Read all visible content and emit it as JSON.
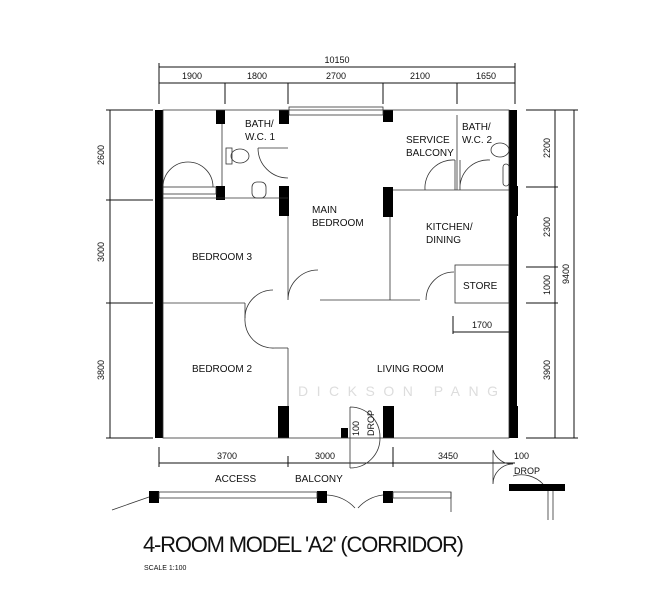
{
  "dimensions": {
    "overall_width": "10150",
    "top_segments": [
      "1900",
      "1800",
      "2700",
      "2100",
      "1650"
    ],
    "left_segments": [
      "2600",
      "3000",
      "3800"
    ],
    "right_segments": [
      "2200",
      "2300",
      "1000",
      "3900"
    ],
    "overall_depth": "9400",
    "bottom_segments": [
      "3700",
      "3000",
      "3450"
    ],
    "store_offset": "1700"
  },
  "rooms": {
    "bath1_line1": "BATH/",
    "bath1_line2": "W.C. 1",
    "bath2_line1": "BATH/",
    "bath2_line2": "W.C. 2",
    "service_line1": "SERVICE",
    "service_line2": "BALCONY",
    "main_line1": "MAIN",
    "main_line2": "BEDROOM",
    "kitchen_line1": "KITCHEN/",
    "kitchen_line2": "DINING",
    "store": "STORE",
    "bedroom3": "BEDROOM 3",
    "bedroom2": "BEDROOM 2",
    "living": "LIVING ROOM"
  },
  "drops": {
    "drop1_value": "100",
    "drop1_label": "DROP",
    "drop2_value": "100",
    "drop2_label": "DROP"
  },
  "access_balcony": {
    "word1": "ACCESS",
    "word2": "BALCONY"
  },
  "watermark": "DICKSON PANG",
  "title": "4-ROOM MODEL 'A2' (CORRIDOR)",
  "scale": "SCALE   1:100"
}
